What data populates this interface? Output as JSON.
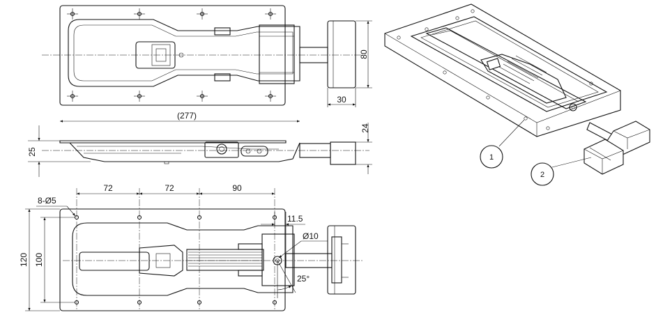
{
  "dimensions": {
    "top_height": "80",
    "top_handle_width": "30",
    "overall_length": "(277)",
    "side_handle_height": "24",
    "side_body_height": "25",
    "hole_callout": "8-Ø5",
    "spacing_a": "72",
    "spacing_b": "72",
    "spacing_c": "90",
    "offset": "11.5",
    "pin_diameter": "Ø10",
    "overall_height": "120",
    "hole_pitch_height": "100",
    "angle": "25°"
  },
  "callouts": {
    "part_1": "1",
    "part_2": "2"
  },
  "colors": {
    "line": "#111111",
    "background": "#ffffff"
  }
}
